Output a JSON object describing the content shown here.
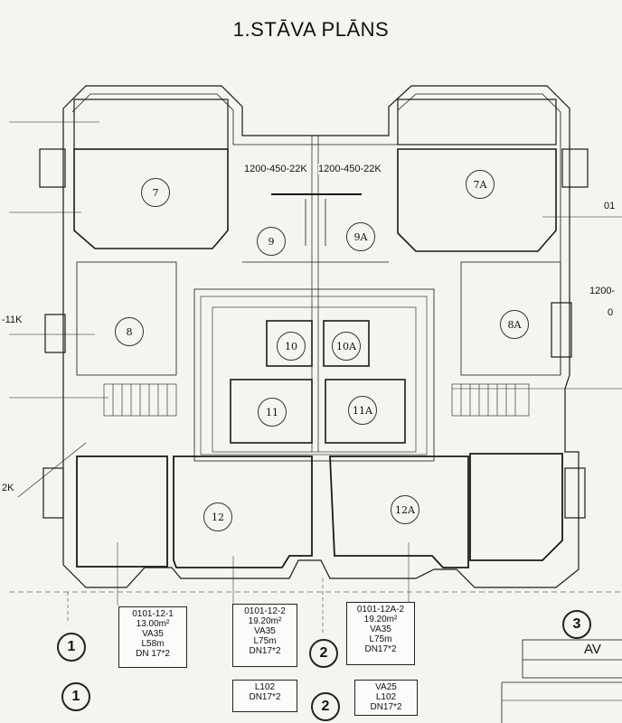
{
  "title": "1.STĀVA PLĀNS",
  "pipe_tags": {
    "left": "1200-450-22K",
    "right": "1200-450-22K",
    "far_left": "-11K",
    "far_right": "1200-",
    "corner": "2K",
    "right_edge_1": "01",
    "right_edge_2": "0"
  },
  "rooms": [
    "7",
    "7A",
    "9",
    "9A",
    "8",
    "8A",
    "10",
    "10A",
    "11",
    "11A",
    "12",
    "12A"
  ],
  "specs": [
    {
      "code": "0101-12-1",
      "area": "13.00m²",
      "va": "VA35",
      "l": "L58m",
      "dn": "DN 17*2"
    },
    {
      "code": "0101-12-2",
      "area": "19.20m²",
      "va": "VA35",
      "l": "L75m",
      "dn": "DN17*2"
    },
    {
      "code": "0101-12A-2",
      "area": "19.20m²",
      "va": "VA35",
      "l": "L75m",
      "dn": "DN17*2"
    }
  ],
  "lower_specs": [
    {
      "l": "L102",
      "dn": "DN17*2"
    },
    {
      "va": "VA25",
      "l": "L102",
      "dn": "DN17*2"
    }
  ],
  "axes": [
    "1",
    "2",
    "3",
    "1",
    "2"
  ],
  "legend_code": "AV"
}
